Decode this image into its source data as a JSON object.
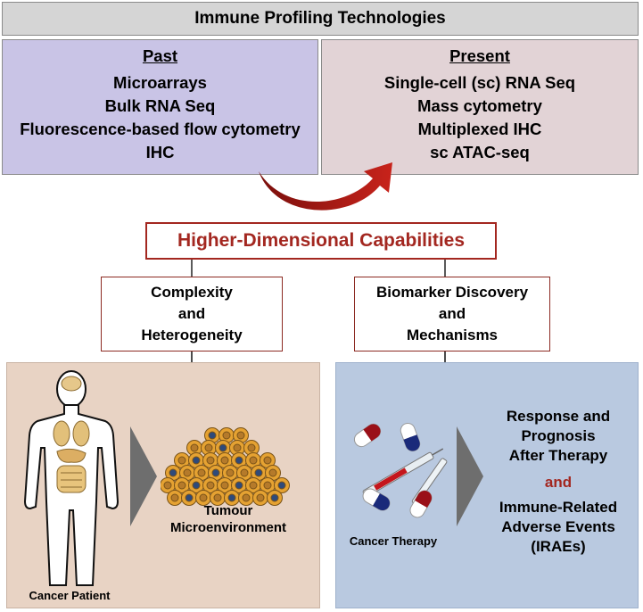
{
  "title": "Immune Profiling Technologies",
  "past": {
    "heading": "Past",
    "items": [
      "Microarrays",
      "Bulk RNA Seq",
      "Fluorescence-based flow cytometry",
      "IHC"
    ]
  },
  "present": {
    "heading": "Present",
    "items": [
      "Single-cell (sc) RNA Seq",
      "Mass cytometry",
      "Multiplexed IHC",
      "sc ATAC-seq"
    ]
  },
  "capabilities": "Higher-Dimensional Capabilities",
  "left_branch": {
    "lines": [
      "Complexity",
      "and",
      "Heterogeneity"
    ]
  },
  "right_branch": {
    "lines": [
      "Biomarker Discovery",
      "and",
      "Mechanisms"
    ]
  },
  "left_panel": {
    "patient_label": "Cancer Patient",
    "tme_lines": [
      "Tumour",
      "Microenvironment"
    ]
  },
  "right_panel": {
    "therapy_label": "Cancer Therapy",
    "outcome_lines_1": [
      "Response and",
      "Prognosis",
      "After Therapy"
    ],
    "connector": "and",
    "outcome_lines_2": [
      "Immune-Related",
      "Adverse Events",
      "(IRAEs)"
    ]
  },
  "colors": {
    "accent_red": "#a32720",
    "past_bg": "#c9c4e6",
    "present_bg": "#e2d3d6",
    "left_panel_bg": "#e8d3c4",
    "right_panel_bg": "#b9c9e0",
    "title_bg": "#d5d5d5"
  }
}
